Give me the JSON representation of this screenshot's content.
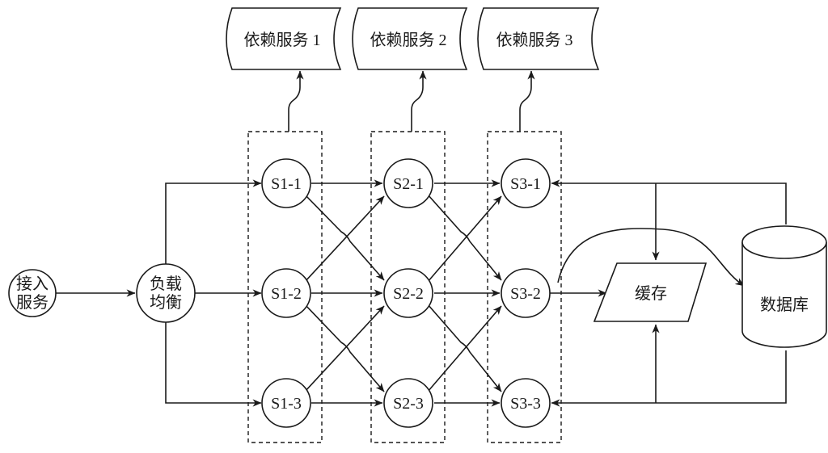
{
  "diagram": {
    "nodes": {
      "access": {
        "lines": [
          "接入",
          "服务"
        ]
      },
      "lb": {
        "lines": [
          "负载",
          "均衡"
        ]
      },
      "s11": {
        "label": "S1-1"
      },
      "s12": {
        "label": "S1-2"
      },
      "s13": {
        "label": "S1-3"
      },
      "s21": {
        "label": "S2-1"
      },
      "s22": {
        "label": "S2-2"
      },
      "s23": {
        "label": "S2-3"
      },
      "s31": {
        "label": "S3-1"
      },
      "s32": {
        "label": "S3-2"
      },
      "s33": {
        "label": "S3-3"
      },
      "cache": {
        "label": "缓存"
      },
      "database": {
        "label": "数据库"
      },
      "dep1": {
        "label": "依赖服务 1"
      },
      "dep2": {
        "label": "依赖服务 2"
      },
      "dep3": {
        "label": "依赖服务 3"
      }
    },
    "colors": {
      "stroke": "#1a1a1a",
      "fill": "#ffffff"
    }
  }
}
